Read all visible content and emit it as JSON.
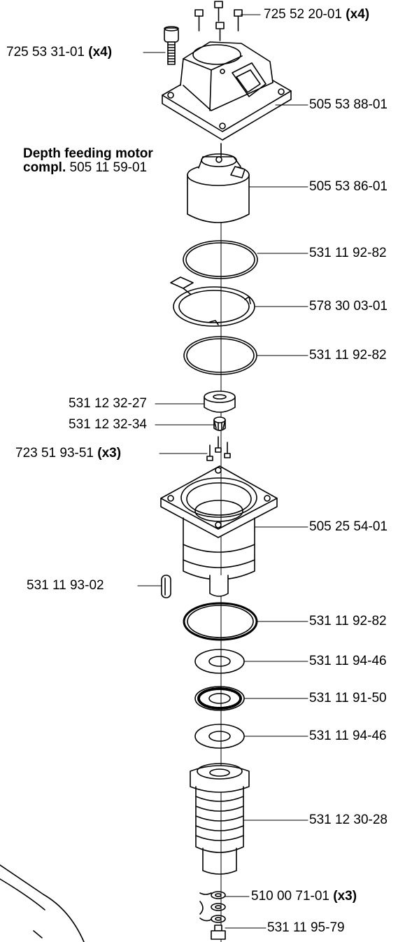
{
  "assembly": {
    "title_bold": "Depth feeding motor",
    "title_bold2": "compl.",
    "title_part": "505 11 59-01"
  },
  "callouts": [
    {
      "part": "725 52 20-01",
      "qty": "(x4)"
    },
    {
      "part": "725 53 31-01",
      "qty": "(x4)"
    },
    {
      "part": "505 53 88-01",
      "qty": ""
    },
    {
      "part": "505 53 86-01",
      "qty": ""
    },
    {
      "part": "531 11 92-82",
      "qty": ""
    },
    {
      "part": "578 30 03-01",
      "qty": ""
    },
    {
      "part": "531 11 92-82",
      "qty": ""
    },
    {
      "part": "531 12 32-27",
      "qty": ""
    },
    {
      "part": "531 12 32-34",
      "qty": ""
    },
    {
      "part": "723 51 93-51",
      "qty": "(x3)"
    },
    {
      "part": "505 25 54-01",
      "qty": ""
    },
    {
      "part": "531 11 93-02",
      "qty": ""
    },
    {
      "part": "531 11 92-82",
      "qty": ""
    },
    {
      "part": "531 11 94-46",
      "qty": ""
    },
    {
      "part": "531 11 91-50",
      "qty": ""
    },
    {
      "part": "531 11 94-46",
      "qty": ""
    },
    {
      "part": "531 12 30-28",
      "qty": ""
    },
    {
      "part": "510 00 71-01",
      "qty": "(x3)"
    },
    {
      "part": "531 11 95-79",
      "qty": ""
    }
  ]
}
